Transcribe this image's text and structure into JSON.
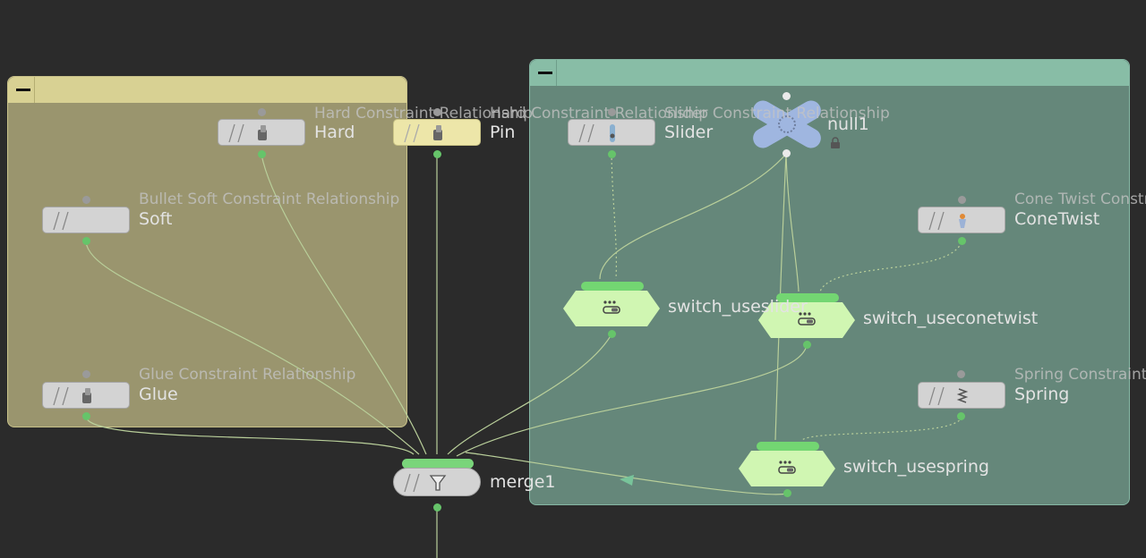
{
  "network_boxes": [
    {
      "id": "left",
      "color": "#d8d193",
      "collapse_label": "−"
    },
    {
      "id": "right",
      "color": "#88bda6",
      "collapse_label": "−"
    }
  ],
  "nodes": {
    "hard": {
      "name": "Hard",
      "description": "Hard Constraint Relationship",
      "icon": "wrench-icon"
    },
    "pin": {
      "name": "Pin",
      "description": "Hard Constraint Relationship",
      "state": "bypassed",
      "icon": "wrench-icon"
    },
    "slider": {
      "name": "Slider",
      "description": "Slider Constraint Relationship",
      "icon": "slider-icon"
    },
    "null1": {
      "name": "null1",
      "icon": "null-cross-icon",
      "locked": true
    },
    "soft": {
      "name": "Soft",
      "description": "Bullet Soft Constraint Relationship"
    },
    "conetwist": {
      "name": "ConeTwist",
      "description": "Cone Twist Constr",
      "icon": "cone-twist-icon"
    },
    "glue": {
      "name": "Glue",
      "description": "Glue Constraint Relationship",
      "icon": "wrench-icon"
    },
    "spring": {
      "name": "Spring",
      "description": "Spring Constraint",
      "icon": "spring-icon"
    },
    "switch_useslider": {
      "name": "switch_useslider",
      "icon": "switch-icon"
    },
    "switch_useconetwist": {
      "name": "switch_useconetwist",
      "icon": "switch-icon"
    },
    "switch_usespring": {
      "name": "switch_usespring",
      "icon": "switch-icon"
    },
    "merge1": {
      "name": "merge1",
      "icon": "funnel-icon"
    }
  },
  "colors": {
    "background": "#2b2b2b",
    "wire": "#b9cf9a",
    "output_dot": "#66c46a",
    "display_flag": "#73d672",
    "switch_body": "#d0f6b2",
    "null_node": "#9fb6e0",
    "bypass": "#ede6a9"
  }
}
